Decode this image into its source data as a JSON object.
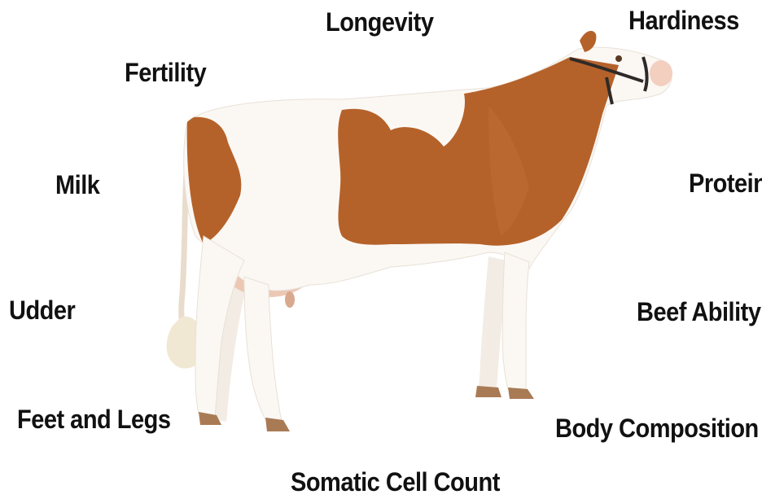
{
  "traits": {
    "longevity": "Longevity",
    "hardiness": "Hardiness",
    "fertility": "Fertility",
    "milk": "Milk",
    "protein": "Protein",
    "udder": "Udder",
    "beef_ability": "Beef Ability",
    "feet_and_legs": "Feet and Legs",
    "body_composition": "Body Composition",
    "somatic_cell_count": "Somatic Cell Count"
  },
  "colors": {
    "coat_red": "#b5622a",
    "coat_white": "#fbf8f4",
    "hoof": "#a97b55",
    "label": "#111111"
  }
}
